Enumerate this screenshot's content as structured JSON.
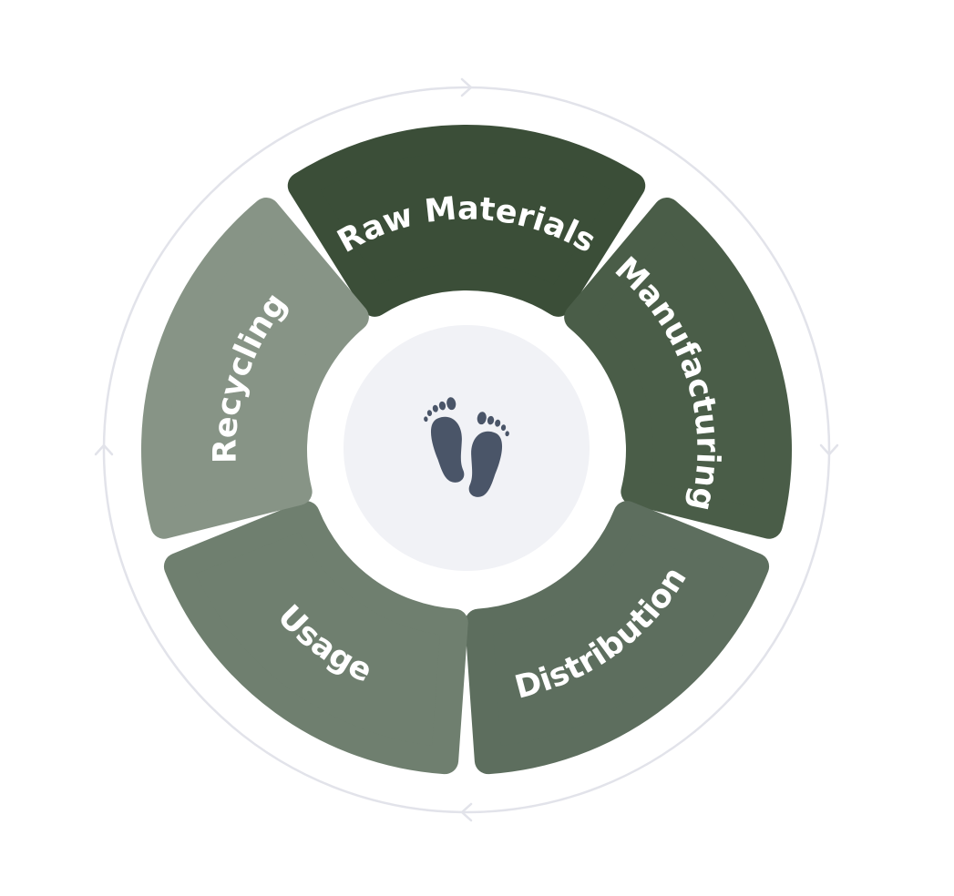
{
  "diagram": {
    "segments": [
      {
        "id": "raw-materials",
        "label": "Raw Materials",
        "color": "#3b4e38"
      },
      {
        "id": "manufacturing",
        "label": "Manufacturing",
        "color": "#4a5d48"
      },
      {
        "id": "distribution",
        "label": "Distribution",
        "color": "#5d6e5e"
      },
      {
        "id": "usage",
        "label": "Usage",
        "color": "#6f7f6f"
      },
      {
        "id": "recycling",
        "label": "Recycling",
        "color": "#879486"
      }
    ],
    "center_icon": "footprints-icon",
    "colors": {
      "ring": "#e2e3ea",
      "center_disc": "#f1f2f6",
      "icon": "#4a5568",
      "label_text": "#ffffff"
    }
  }
}
